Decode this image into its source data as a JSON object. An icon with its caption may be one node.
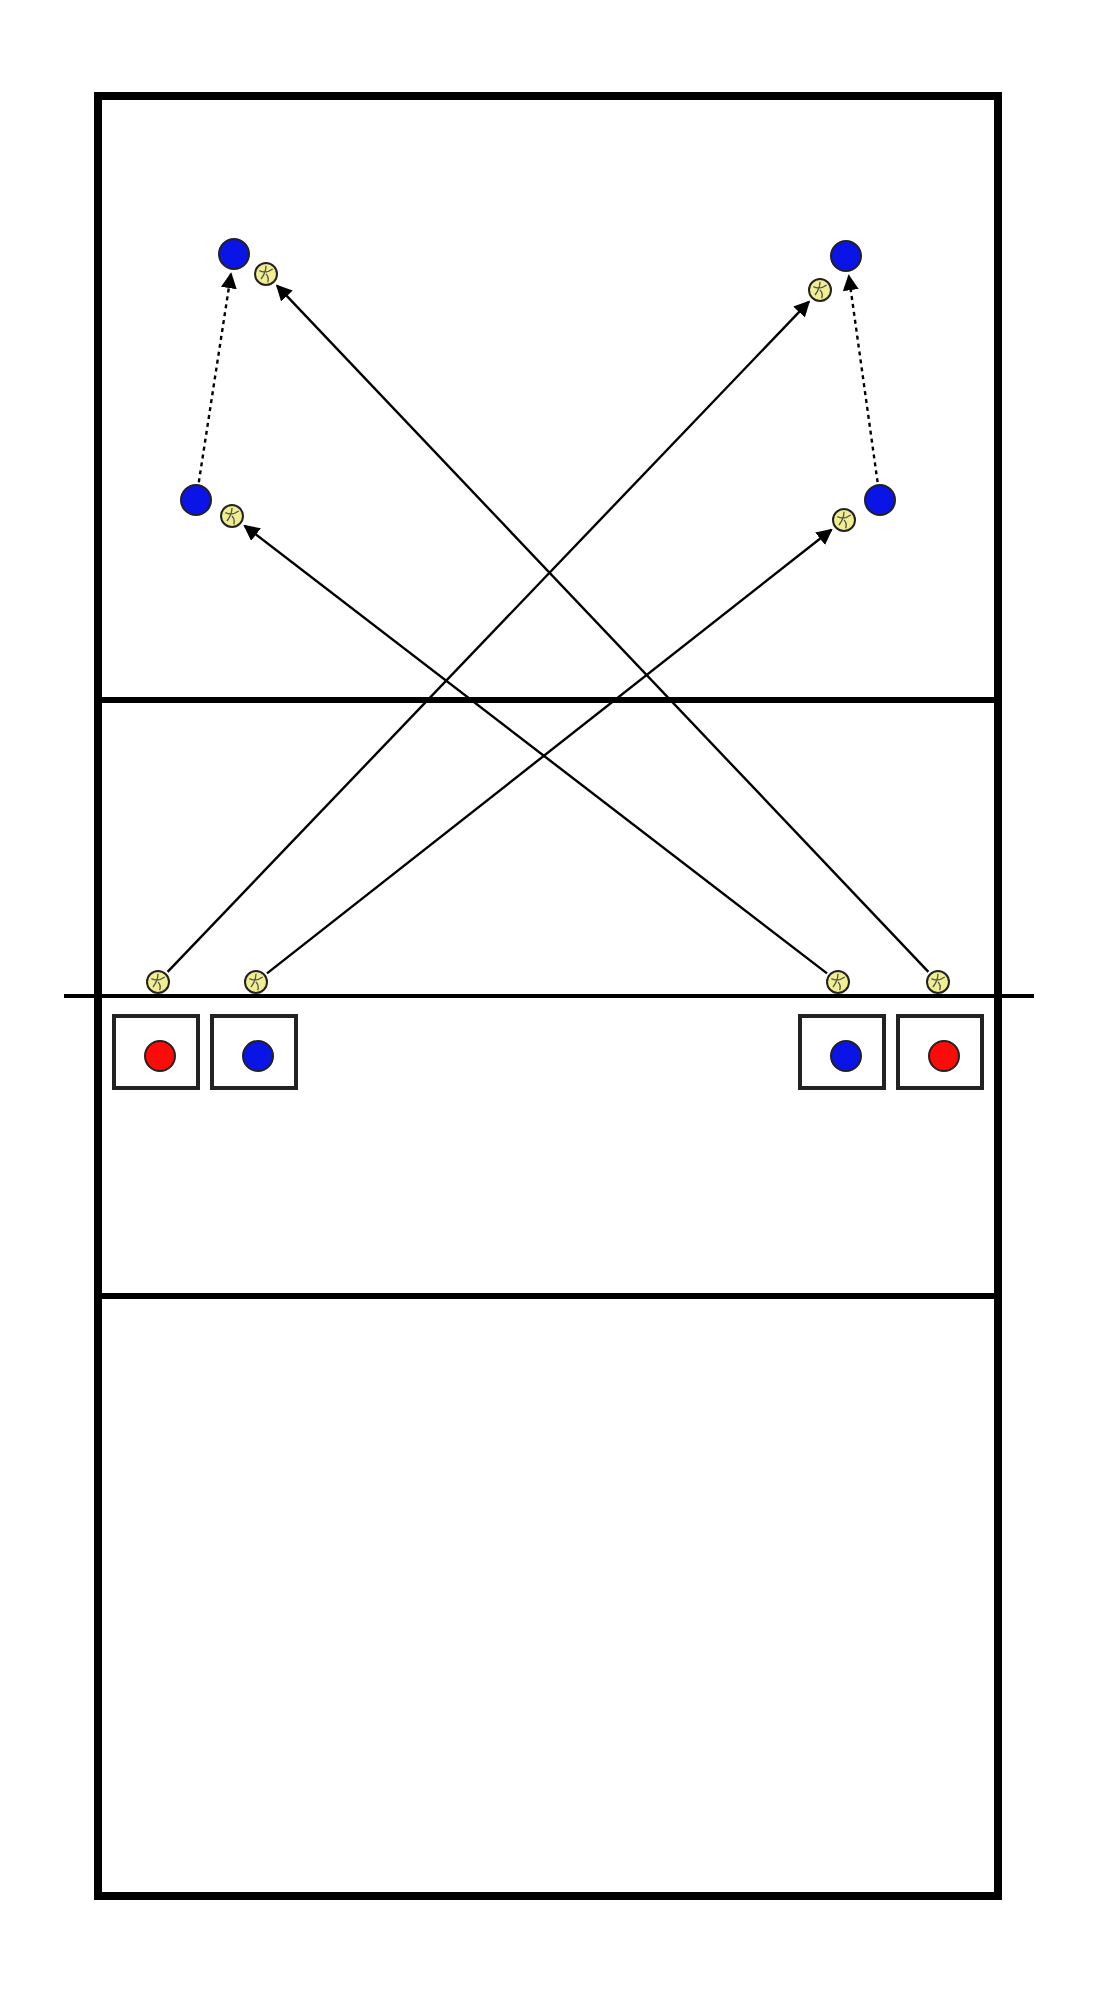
{
  "diagram": {
    "nodes": [
      {
        "text": [],
        "shape": "circle"
      },
      {
        "text": [],
        "shape": "circle"
      },
      {
        "text": [],
        "shape": "circle"
      },
      {
        "text": [],
        "shape": "circle"
      },
      {
        "text": [],
        "shape": "circle"
      },
      {
        "text": [],
        "shape": "circle"
      },
      {
        "text": [],
        "shape": "circle"
      },
      {
        "text": [],
        "shape": "circle"
      },
      {
        "text": [],
        "shape": "circle"
      },
      {
        "text": [],
        "shape": "circle"
      },
      {
        "text": [],
        "shape": "circle"
      },
      {
        "text": [],
        "shape": "circle"
      },
      {
        "text": [],
        "shape": "box"
      },
      {
        "text": [],
        "shape": "circle",
        "in": 12
      },
      {
        "text": [],
        "shape": "box"
      },
      {
        "text": [],
        "shape": "circle",
        "in": 14
      },
      {
        "text": [],
        "shape": "box"
      },
      {
        "text": [],
        "shape": "circle",
        "in": 16
      },
      {
        "text": [],
        "shape": "box"
      },
      {
        "text": [],
        "shape": "circle",
        "in": 18
      }
    ],
    "edges": [
      {
        "from": 8,
        "to": 3,
        "arrow": "to"
      },
      {
        "from": 9,
        "to": 7,
        "arrow": "to"
      },
      {
        "from": 10,
        "to": 5,
        "arrow": "to"
      },
      {
        "from": 11,
        "to": 1,
        "arrow": "to"
      },
      {
        "from": 4,
        "to": 0,
        "arrow": "to",
        "style": "dashed"
      },
      {
        "from": 6,
        "to": 2,
        "arrow": "to",
        "style": "dashed"
      }
    ]
  }
}
